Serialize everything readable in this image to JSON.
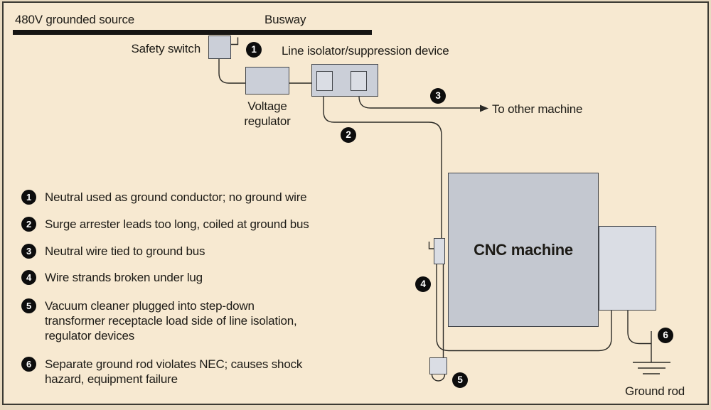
{
  "figure": {
    "source_label": "480V grounded source",
    "busway_label": "Busway",
    "safety_switch_label": "Safety switch",
    "isolator_label": "Line isolator/suppression device",
    "voltage_regulator_line1": "Voltage",
    "voltage_regulator_line2": "regulator",
    "to_other_machine_label": "To other machine",
    "cnc_label": "CNC machine",
    "ground_rod_label": "Ground rod",
    "badges": [
      "1",
      "2",
      "3",
      "4",
      "5",
      "6"
    ]
  },
  "legend": {
    "items": [
      {
        "num": "1",
        "lines": [
          "Neutral used as ground conductor; no ground wire"
        ]
      },
      {
        "num": "2",
        "lines": [
          "Surge arrester leads too long, coiled at ground bus"
        ]
      },
      {
        "num": "3",
        "lines": [
          "Neutral wire tied to ground bus"
        ]
      },
      {
        "num": "4",
        "lines": [
          "Wire strands broken under lug"
        ]
      },
      {
        "num": "5",
        "lines": [
          "Vacuum cleaner plugged into step-down",
          "transformer receptacle load side of line isolation,",
          "regulator devices"
        ]
      },
      {
        "num": "6",
        "lines": [
          "Separate ground rod violates NEC; causes shock",
          "hazard, equipment failure"
        ]
      }
    ]
  },
  "colors": {
    "panel_background": "#f7e9d1",
    "outer_margin": "#e8dac1",
    "busway": "#161513",
    "box_mid_gray": "#cbcfd8",
    "box_light_gray": "#dadde4",
    "machine_gray": "#c4c8d0",
    "line": "#2b2a26",
    "badge_black": "#0d0d0d"
  }
}
